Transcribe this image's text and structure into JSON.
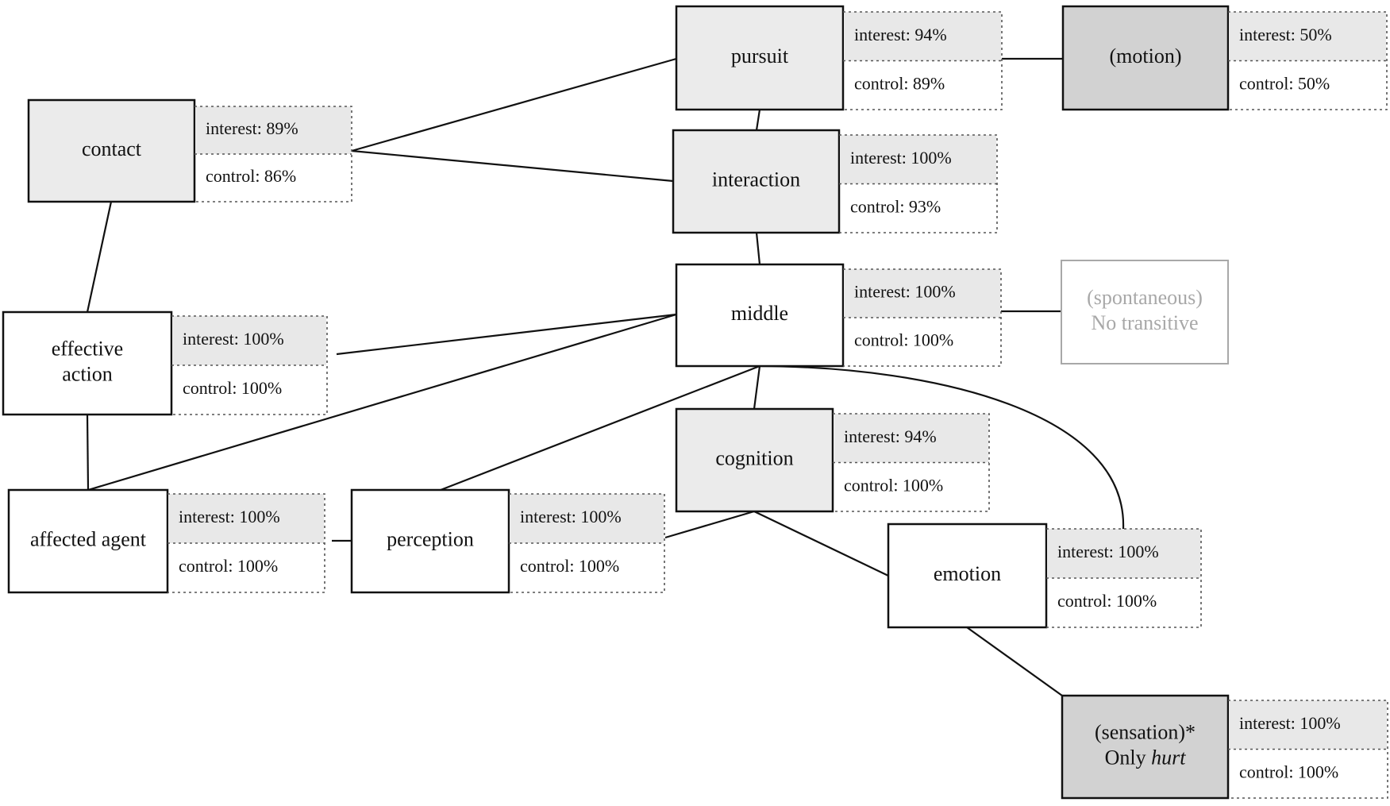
{
  "diagram": {
    "colors": {
      "light_fill": "#ebebeb",
      "dark_fill": "#d2d2d2",
      "white_fill": "#ffffff",
      "faded_text": "#a8a8a8",
      "interest_row_bg": "#e8e8e8"
    },
    "nodes": [
      {
        "id": "contact",
        "lines": [
          "contact"
        ],
        "fill": "light",
        "interest": "interest: 89%",
        "control": "control: 86%"
      },
      {
        "id": "pursuit",
        "lines": [
          "pursuit"
        ],
        "fill": "light",
        "interest": "interest: 94%",
        "control": "control: 89%"
      },
      {
        "id": "motion",
        "lines": [
          "(motion)"
        ],
        "fill": "dark",
        "interest": "interest: 50%",
        "control": "control: 50%"
      },
      {
        "id": "interaction",
        "lines": [
          "interaction"
        ],
        "fill": "light",
        "interest": "interest: 100%",
        "control": "control: 93%"
      },
      {
        "id": "middle",
        "lines": [
          "middle"
        ],
        "fill": "white",
        "interest": "interest: 100%",
        "control": "control: 100%"
      },
      {
        "id": "spontaneous",
        "lines": [
          "(spontaneous)",
          "No transitive"
        ],
        "fill": "white",
        "faded": true
      },
      {
        "id": "effective-action",
        "lines": [
          "effective",
          "action"
        ],
        "fill": "white",
        "interest": "interest: 100%",
        "control": "control: 100%"
      },
      {
        "id": "cognition",
        "lines": [
          "cognition"
        ],
        "fill": "light",
        "interest": "interest: 94%",
        "control": "control: 100%"
      },
      {
        "id": "affected-agent",
        "lines": [
          "affected agent"
        ],
        "fill": "white",
        "interest": "interest: 100%",
        "control": "control: 100%"
      },
      {
        "id": "perception",
        "lines": [
          "perception"
        ],
        "fill": "white",
        "interest": "interest: 100%",
        "control": "control: 100%"
      },
      {
        "id": "emotion",
        "lines": [
          "emotion"
        ],
        "fill": "white",
        "interest": "interest: 100%",
        "control": "control: 100%"
      },
      {
        "id": "sensation",
        "lines": [
          "(sensation)*",
          "Only |hurt|"
        ],
        "fill": "dark",
        "interest": "interest: 100%",
        "control": "control: 100%"
      }
    ],
    "edges": [
      [
        "contact",
        "pursuit"
      ],
      [
        "contact",
        "interaction"
      ],
      [
        "contact",
        "effective-action"
      ],
      [
        "pursuit",
        "interaction"
      ],
      [
        "pursuit",
        "motion"
      ],
      [
        "interaction",
        "middle"
      ],
      [
        "middle",
        "spontaneous"
      ],
      [
        "middle",
        "effective-action"
      ],
      [
        "middle",
        "affected-agent"
      ],
      [
        "middle",
        "perception"
      ],
      [
        "middle",
        "cognition"
      ],
      [
        "middle",
        "emotion"
      ],
      [
        "effective-action",
        "affected-agent"
      ],
      [
        "affected-agent",
        "perception"
      ],
      [
        "perception",
        "cognition"
      ],
      [
        "cognition",
        "emotion"
      ],
      [
        "emotion",
        "sensation"
      ]
    ]
  }
}
